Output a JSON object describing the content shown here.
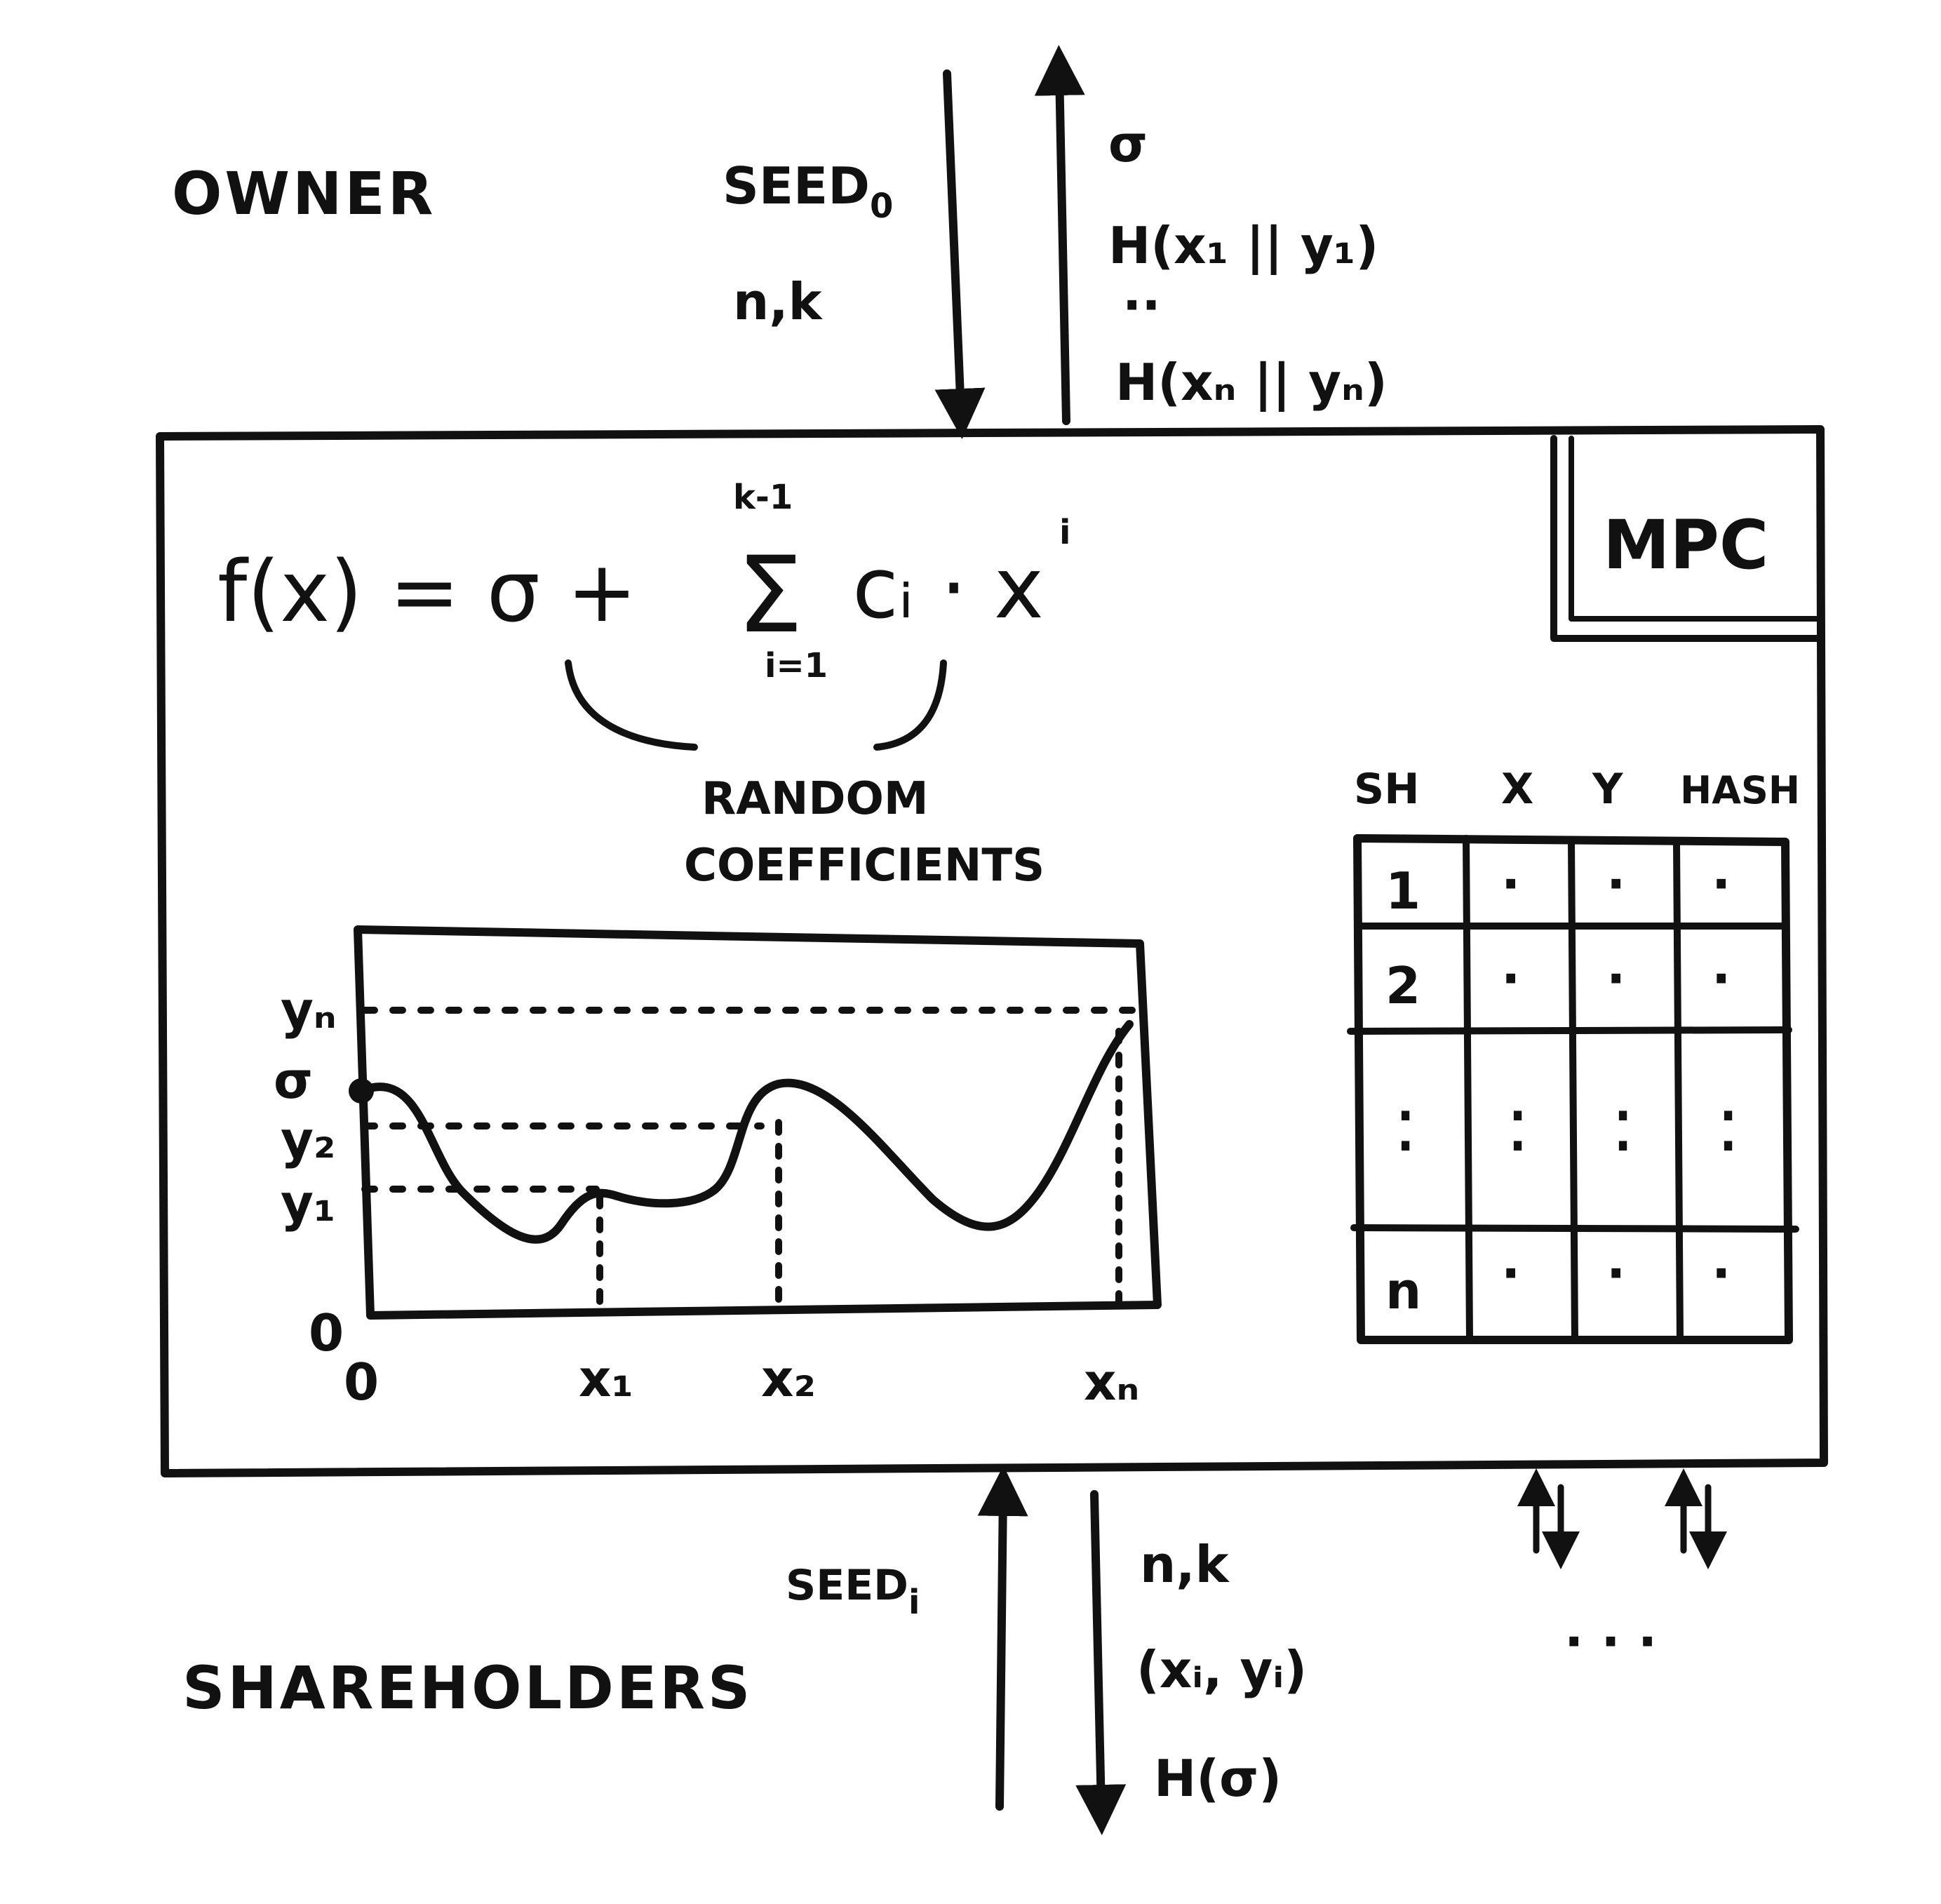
{
  "actors": {
    "owner": "OWNER",
    "shareholders": "SHAREHOLDERS"
  },
  "owner_to_mpc": {
    "line1": "SEED",
    "line1_sub": "0",
    "line2": "n,k"
  },
  "mpc_to_owner": {
    "sigma": "σ",
    "h_first": "H(x₁ || y₁)",
    "dots": "··",
    "h_last": "H(xₙ || yₙ)"
  },
  "mpc_box": {
    "label": "MPC",
    "formula_lhs": "f(x) = σ +",
    "sum_symbol": "Σ",
    "sum_upper": "k-1",
    "sum_lower": "i=1",
    "formula_term": "cᵢ · x",
    "formula_exp": "i",
    "random_note_line1": "RANDOM",
    "random_note_line2": "COEFFICIENTS"
  },
  "plot": {
    "y_ticks": [
      "yₙ",
      "σ",
      "y₂",
      "y₁",
      "0"
    ],
    "x_ticks": [
      "0",
      "x₁",
      "x₂",
      "xₙ"
    ]
  },
  "table": {
    "headers": [
      "SH",
      "X",
      "Y",
      "HASH"
    ],
    "rows": [
      [
        "1",
        "·",
        "·",
        "·"
      ],
      [
        "2",
        "·",
        "·",
        "·"
      ],
      [
        ":",
        ":",
        ":",
        ":"
      ],
      [
        "n",
        "·",
        "·",
        "·"
      ]
    ]
  },
  "shareholders_to_mpc": {
    "line1": "SEED",
    "line1_sub": "i"
  },
  "mpc_to_shareholders": {
    "line1": "n,k",
    "line2": "(xᵢ, yᵢ)",
    "line3": "H(σ)"
  },
  "more_channels": "· · ·"
}
